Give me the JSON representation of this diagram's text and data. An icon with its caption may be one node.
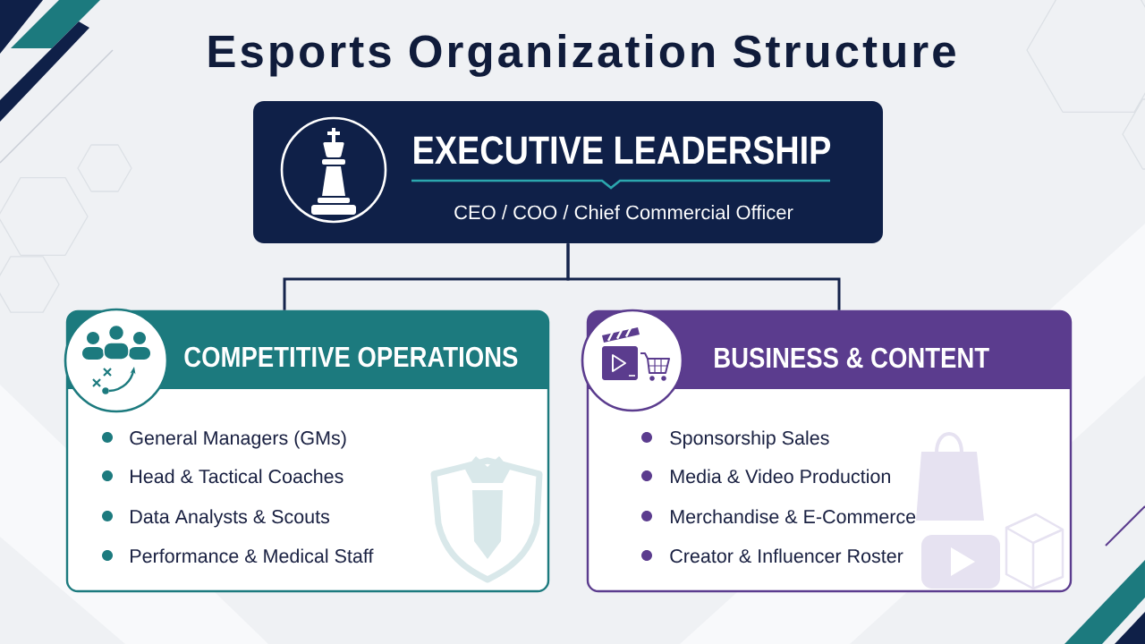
{
  "diagram": {
    "title": "Esports Organization Structure",
    "nodes": [
      {
        "text": [
          "EXECUTIVE LEADERSHIP",
          "CEO / COO / Chief Commercial Officer"
        ]
      },
      {
        "text": [
          "COMPETITIVE OPERATIONS",
          "General Managers (GMs)",
          "Head & Tactical Coaches",
          "Data Analysts & Scouts",
          "Performance & Medical Staff"
        ]
      },
      {
        "text": [
          "BUSINESS & CONTENT",
          "Sponsorship Sales",
          "Media & Video Production",
          "Merchandise & E-Commerce",
          "Creator & Influencer Roster"
        ]
      }
    ],
    "edges": [
      {
        "from": 0,
        "to": 1,
        "arrow": "none"
      },
      {
        "from": 0,
        "to": 2,
        "arrow": "none"
      }
    ]
  }
}
